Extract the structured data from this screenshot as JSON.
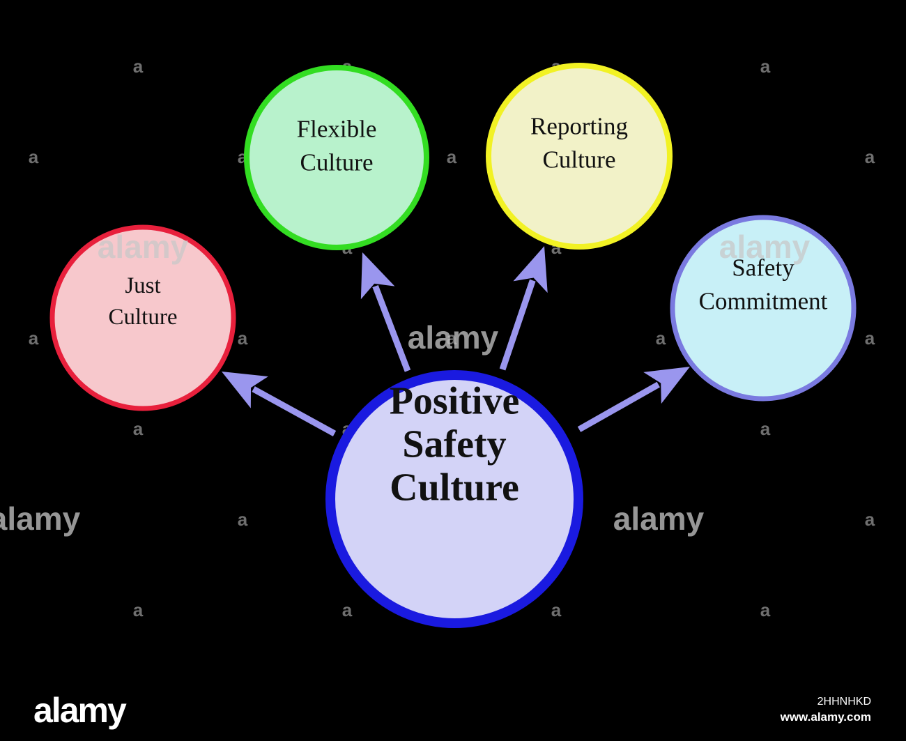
{
  "colors": {
    "background": "#000000",
    "arrow": "#9a96ee",
    "watermark": "#6f6f6f"
  },
  "center": {
    "lines": [
      "Positive",
      "Safety",
      "Culture"
    ],
    "fill": "#d3d3f7",
    "stroke": "#1a1ae0"
  },
  "nodes": [
    {
      "id": "just-culture",
      "lines": [
        "Just",
        "Culture"
      ],
      "fill": "#f7c8cc",
      "stroke": "#e8203c"
    },
    {
      "id": "flexible-culture",
      "lines": [
        "Flexible",
        "Culture"
      ],
      "fill": "#b8f2cc",
      "stroke": "#33dd22"
    },
    {
      "id": "reporting-culture",
      "lines": [
        "Reporting",
        "Culture"
      ],
      "fill": "#f2f2c8",
      "stroke": "#f2f224"
    },
    {
      "id": "safety-commitment",
      "lines": [
        "Safety",
        "Commitment"
      ],
      "fill": "#c8f0f7",
      "stroke": "#7a7ae0"
    }
  ],
  "watermark": {
    "letter": "a",
    "brand": "alamy"
  },
  "footer": {
    "logo": "alamy",
    "image_id": "2HHNHKD",
    "url": "www.alamy.com"
  }
}
